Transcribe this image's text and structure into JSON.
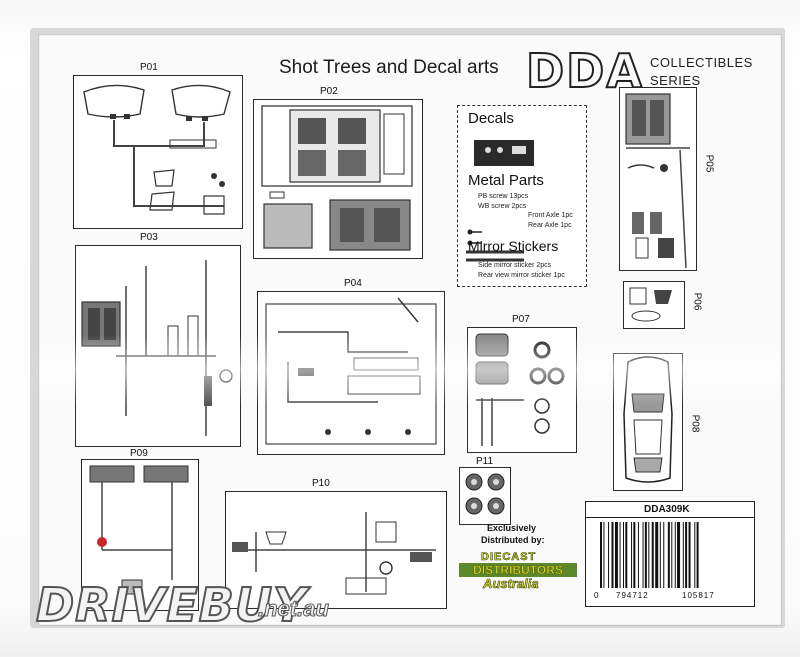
{
  "title": "Shot Trees and Decal arts",
  "brand": {
    "name": "DDA",
    "line1": "COLLECTIBLES",
    "line2": "SERIES"
  },
  "panels": [
    {
      "label": "P01"
    },
    {
      "label": "P02"
    },
    {
      "label": "P03"
    },
    {
      "label": "P04"
    },
    {
      "label": "P05"
    },
    {
      "label": "P06"
    },
    {
      "label": "P07"
    },
    {
      "label": "P08"
    },
    {
      "label": "P09"
    },
    {
      "label": "P10"
    },
    {
      "label": "P11"
    }
  ],
  "decals_box": {
    "decals_heading": "Decals",
    "metal_heading": "Metal Parts",
    "pb_screw": "PB screw 13pcs",
    "wb_screw": "WB screw 2pcs",
    "front_axle": "Front Axle 1pc",
    "rear_axle": "Rear Axle 1pc",
    "mirror_heading": "Mirror Stickers",
    "side_mirror": "Side mirror sticker 2pcs",
    "rear_mirror": "Rear view mirror sticker 1pc"
  },
  "distributor": {
    "line1": "Exclusively",
    "line2": "Distributed by:",
    "logo_top": "DIECAST",
    "logo_mid": "DISTRIBUTORS",
    "logo_bottom": "Australia"
  },
  "barcode": {
    "product_code": "DDA309K",
    "digit_lead": "0",
    "digits_left": "794712",
    "digits_right": "105817"
  },
  "watermark": {
    "main": "DRIVEBUY",
    "tld": ".net.au"
  },
  "colors": {
    "line": "#2a2a2a",
    "box": "#fafafa",
    "distributor_green": "#5c8a2a",
    "distributor_yellow": "#e8d21c"
  }
}
